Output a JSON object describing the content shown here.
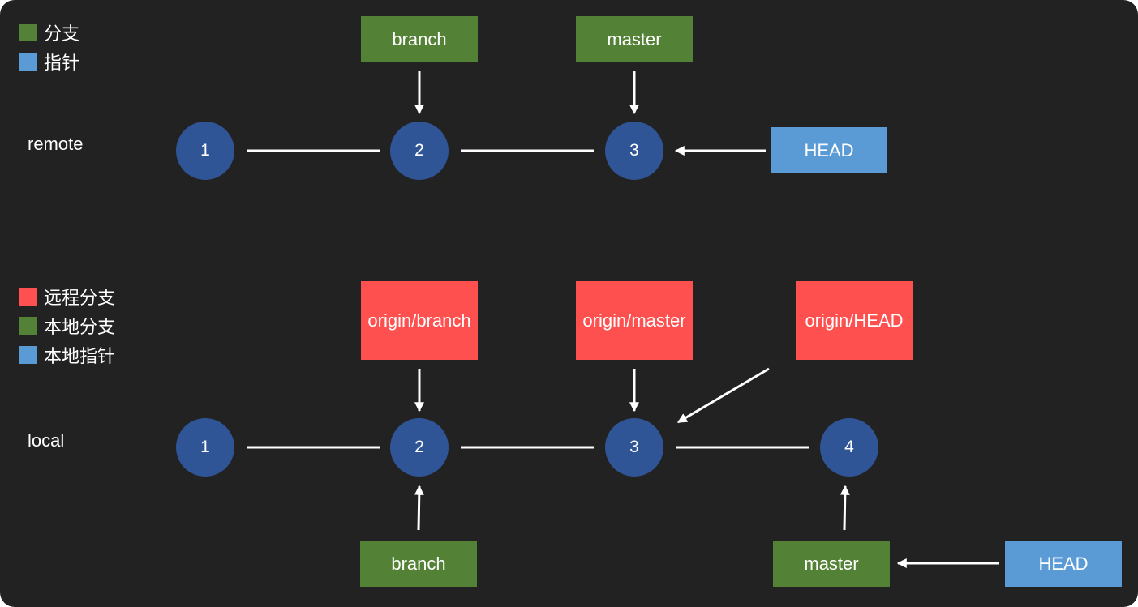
{
  "colors": {
    "background": "#222222",
    "branch": "#538135",
    "pointer": "#5b9bd5",
    "remote_branch": "#ff5050",
    "commit": "#2f5597",
    "line": "#ffffff"
  },
  "legend_top": [
    {
      "label": "分支",
      "color": "#538135"
    },
    {
      "label": "指针",
      "color": "#5b9bd5"
    }
  ],
  "legend_bottom": [
    {
      "label": "远程分支",
      "color": "#ff5050"
    },
    {
      "label": "本地分支",
      "color": "#538135"
    },
    {
      "label": "本地指针",
      "color": "#5b9bd5"
    }
  ],
  "remote": {
    "label": "remote",
    "commits": [
      "1",
      "2",
      "3"
    ],
    "refs": {
      "branch": "branch",
      "master": "master",
      "head": "HEAD"
    }
  },
  "local": {
    "label": "local",
    "commits": [
      "1",
      "2",
      "3",
      "4"
    ],
    "remote_refs": {
      "branch": "origin/branch",
      "master": "origin/master",
      "head": "origin/HEAD"
    },
    "refs": {
      "branch": "branch",
      "master": "master",
      "head": "HEAD"
    }
  }
}
